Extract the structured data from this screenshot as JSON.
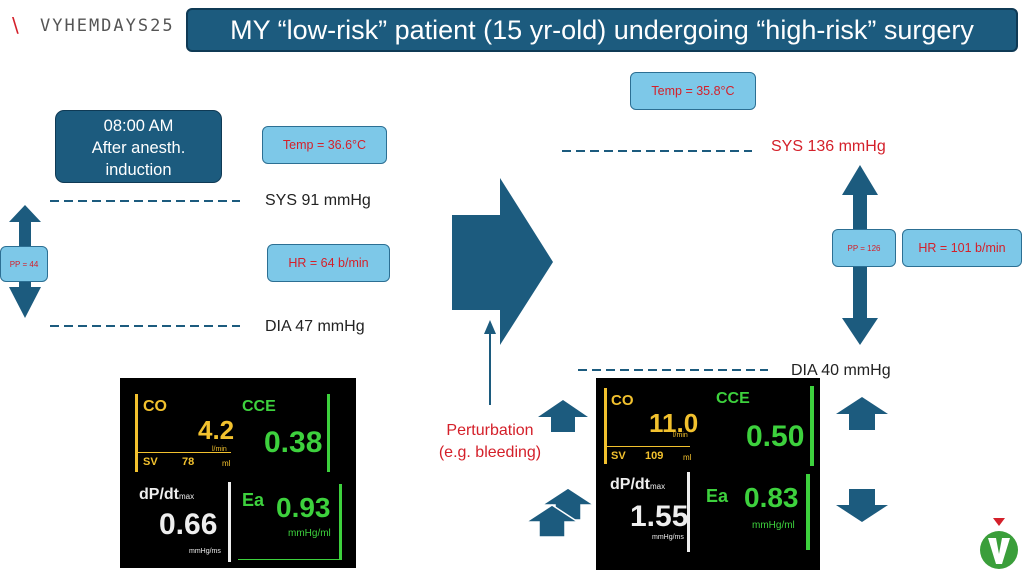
{
  "logo": {
    "text": "VYHEMDAYS25"
  },
  "title": "MY “low-risk” patient (15 yr-old) undergoing “high-risk” surgery",
  "left": {
    "time_lines": [
      "08:00 AM",
      "After anesth.",
      "induction"
    ],
    "temp": "Temp = 36.6°C",
    "hr": "HR = 64 b/min",
    "pp": "PP = 44",
    "sys": "SYS 91 mmHg",
    "dia": "DIA 47 mmHg",
    "monitor": {
      "co_label": "CO",
      "co_value": "4.2",
      "co_unit": "l/min",
      "sv_label": "SV",
      "sv_value": "78",
      "sv_unit": "ml",
      "cce_label": "CCE",
      "cce_value": "0.38",
      "dpdt_label": "dP/dt",
      "dpdt_sub": "max",
      "dpdt_value": "0.66",
      "dpdt_unit": "mmHg/ms",
      "ea_label": "Ea",
      "ea_value": "0.93",
      "ea_unit": "mmHg/ml"
    }
  },
  "right": {
    "temp": "Temp = 35.8°C",
    "sys": "SYS 136 mmHg",
    "dia": "DIA 40 mmHg",
    "pp": "PP = 126",
    "hr": "HR = 101 b/min",
    "monitor": {
      "co_label": "CO",
      "co_value": "11.0",
      "co_unit": "l/min",
      "sv_label": "SV",
      "sv_value": "109",
      "sv_unit": "ml",
      "cce_label": "CCE",
      "cce_value": "0.50",
      "dpdt_label": "dP/dt",
      "dpdt_sub": "max",
      "dpdt_value": "1.55",
      "dpdt_unit": "mmHg/ms",
      "ea_label": "Ea",
      "ea_value": "0.83",
      "ea_unit": "mmHg/ml"
    }
  },
  "perturbation": [
    "Perturbation",
    "(e.g. bleeding)"
  ],
  "colors": {
    "accent": "#1c5b7e",
    "pill": "#7dc8e8",
    "red": "#d4202a",
    "yellow": "#f2c12e",
    "green": "#3dd13d"
  }
}
